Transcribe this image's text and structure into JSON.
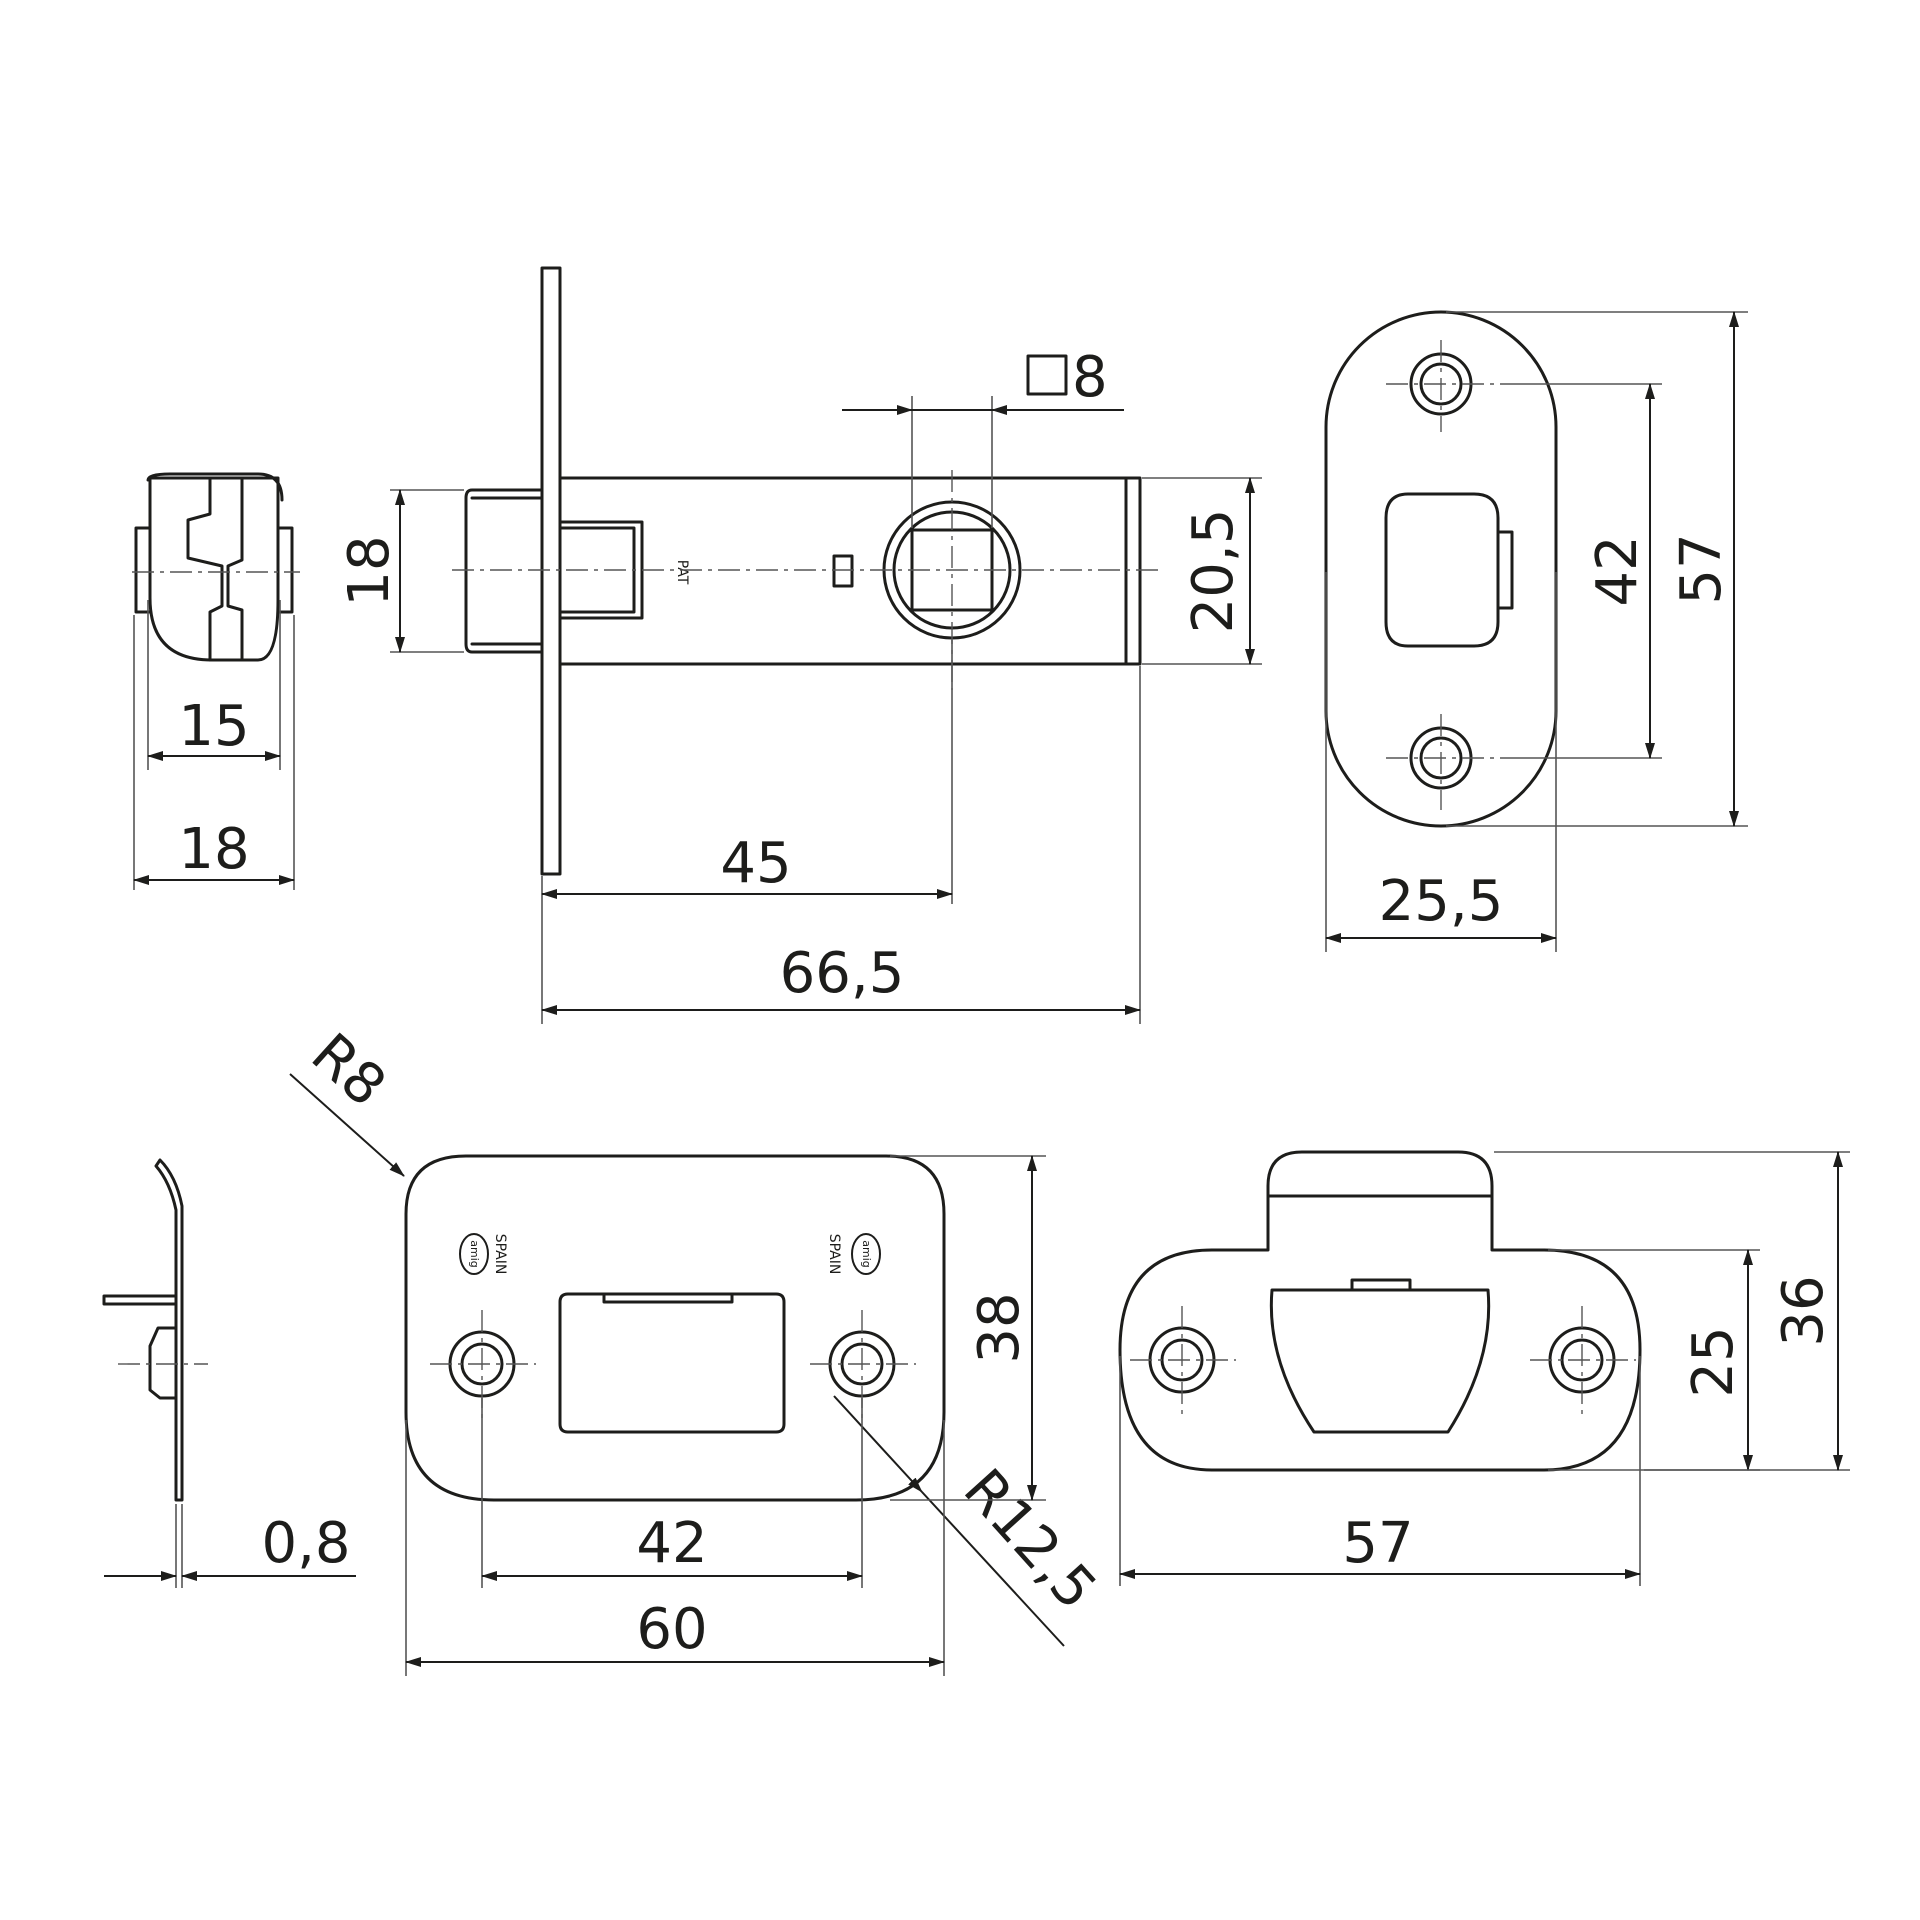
{
  "drawing": {
    "colors": {
      "line": "#1d1d1b",
      "background": "#ffffff"
    },
    "latch_side": {
      "width_front": "15",
      "width_overall": "18"
    },
    "latch_body": {
      "bolt_height": "18",
      "case_height": "20,5",
      "spindle_square": "8",
      "backset": "45",
      "overall_length": "66,5",
      "mark": "PAT"
    },
    "faceplate": {
      "hole_spacing": "42",
      "height": "57",
      "width": "25,5"
    },
    "strike_side": {
      "thickness": "0,8"
    },
    "strike_plate": {
      "corner_radius": "R8",
      "edge_radius": "R12,5",
      "height": "38",
      "hole_spacing": "42",
      "width": "60",
      "stamp_left": "SPAIN",
      "stamp_right": "SPAIN",
      "logo_text": "amig"
    },
    "strike_box": {
      "depth_inner": "25",
      "depth_overall": "36",
      "width": "57"
    }
  }
}
